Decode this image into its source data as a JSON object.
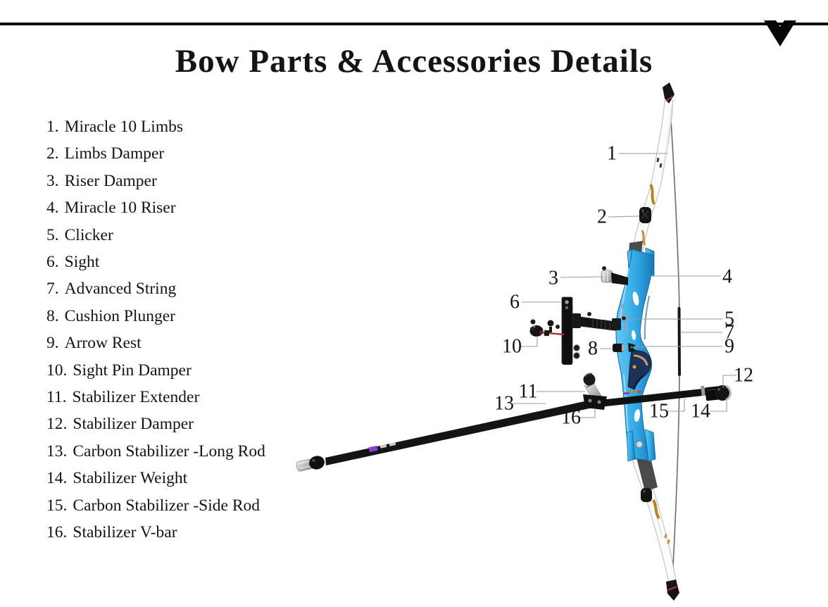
{
  "header": {
    "title": "Bow Parts & Accessories Details",
    "logo_icon": "double-chevron-down-icon"
  },
  "parts": [
    {
      "num": "1.",
      "label": "Miracle 10 Limbs",
      "callout": "1"
    },
    {
      "num": "2.",
      "label": "Limbs Damper",
      "callout": "2"
    },
    {
      "num": "3.",
      "label": "Riser Damper",
      "callout": "3"
    },
    {
      "num": "4.",
      "label": "Miracle 10 Riser",
      "callout": "4"
    },
    {
      "num": "5.",
      "label": "Clicker",
      "callout": "5"
    },
    {
      "num": "6.",
      "label": "Sight",
      "callout": "6"
    },
    {
      "num": "7.",
      "label": "Advanced String",
      "callout": "7"
    },
    {
      "num": "8.",
      "label": "Cushion Plunger",
      "callout": "8"
    },
    {
      "num": "9.",
      "label": "Arrow Rest",
      "callout": "9"
    },
    {
      "num": "10.",
      "label": "Sight Pin Damper",
      "callout": "10"
    },
    {
      "num": "11.",
      "label": "Stabilizer Extender",
      "callout": "11"
    },
    {
      "num": "12.",
      "label": "Stabilizer Damper",
      "callout": "12"
    },
    {
      "num": "13.",
      "label": "Carbon Stabilizer -Long Rod",
      "callout": "13"
    },
    {
      "num": "14.",
      "label": "Stabilizer Weight",
      "callout": "14"
    },
    {
      "num": "15.",
      "label": "Carbon Stabilizer -Side Rod",
      "callout": "15"
    },
    {
      "num": "16.",
      "label": "Stabilizer V-bar",
      "callout": "16"
    }
  ],
  "colors": {
    "riser_blue": "#2fa7e4",
    "ink": "#171312",
    "leader_gray": "#9b9b9b",
    "limb_gold": "#b5861f"
  }
}
